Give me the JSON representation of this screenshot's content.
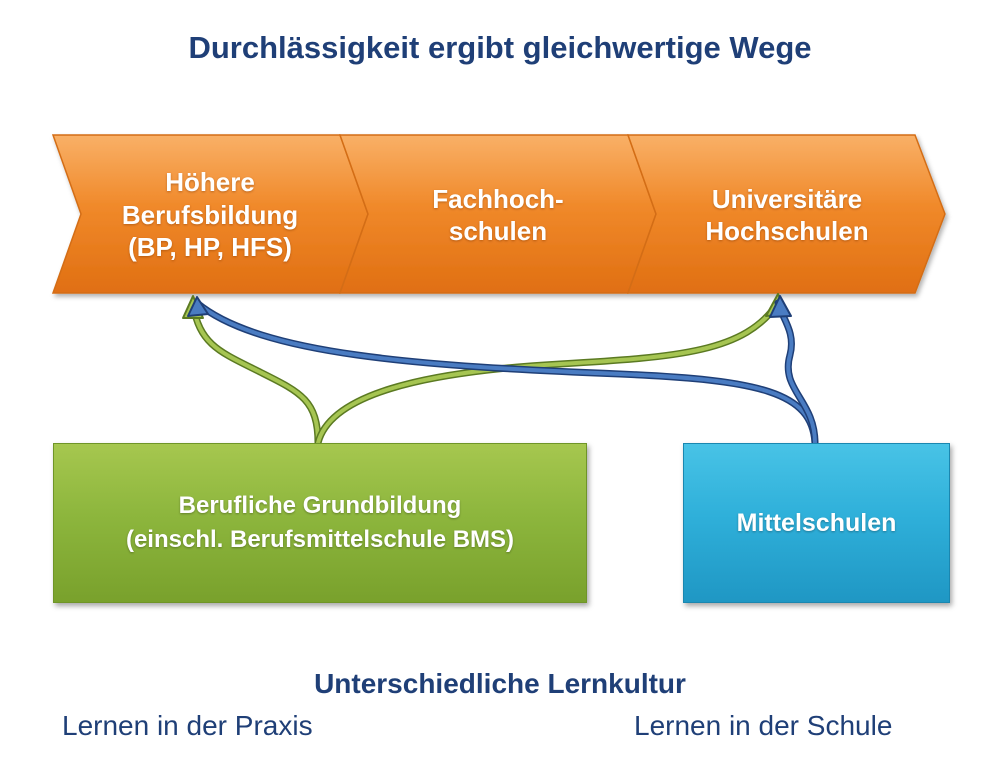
{
  "title": "Durchlässigkeit ergibt gleichwertige Wege",
  "pathway": [
    {
      "label": "Höhere\nBerufsbildung\n(BP, HP, HFS)"
    },
    {
      "label": "Fachhoch-\nschulen"
    },
    {
      "label": "Universitäre\nHochschulen"
    }
  ],
  "sources": {
    "vocational": {
      "label": "Berufliche Grundbildung\n(einschl. Berufsmittelschule BMS)"
    },
    "schools": {
      "label": "Mittelschulen"
    }
  },
  "footer": {
    "title": "Unterschiedliche Lernkultur",
    "left": "Lernen in der Praxis",
    "right": "Lernen in der Schule"
  },
  "colors": {
    "title": "#1f3f77",
    "chevron": "#f0892a",
    "vocational_box": "#8db63d",
    "schools_box": "#2fb0da",
    "green_arrow": "#9bbb45",
    "blue_arrow": "#3f6fb6"
  }
}
